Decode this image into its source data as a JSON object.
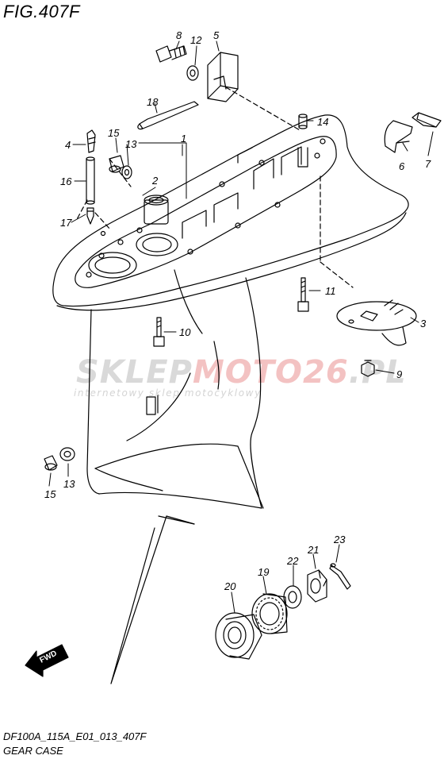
{
  "figure": {
    "title": "FIG.407F",
    "code": "DF100A_115A_E01_013_407F",
    "name": "GEAR CASE"
  },
  "watermark": {
    "brand_a": "SKLEP",
    "brand_b": "MOTO",
    "brand_c": "26",
    "brand_d": ".PL",
    "tagline": "internetowy sklep motocyklowy"
  },
  "direction_badge": "FWD",
  "callouts": {
    "p1": "1",
    "p2": "2",
    "p3": "3",
    "p4": "4",
    "p5": "5",
    "p6": "6",
    "p7": "7",
    "p8": "8",
    "p9": "9",
    "p10": "10",
    "p11": "11",
    "p12": "12",
    "p13a": "13",
    "p13b": "13",
    "p14": "14",
    "p15a": "15",
    "p15b": "15",
    "p16": "16",
    "p17": "17",
    "p18": "18",
    "p19": "19",
    "p20": "20",
    "p21": "21",
    "p22": "22",
    "p23": "23"
  },
  "colors": {
    "line": "#000000",
    "watermark": "#d9d9d9",
    "watermark_accent": "#f3c2c2"
  }
}
